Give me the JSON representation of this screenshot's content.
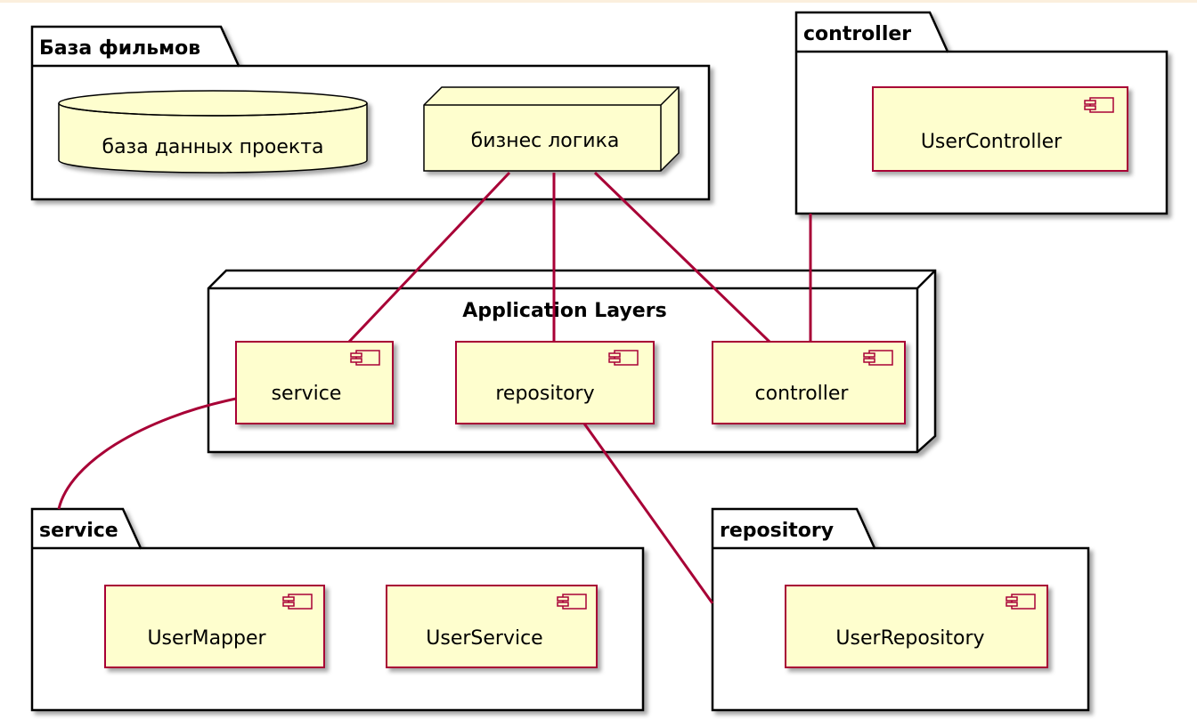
{
  "diagram": {
    "packages": {
      "film_db": "База фильмов",
      "controller": "controller",
      "service": "service",
      "repository": "repository"
    },
    "database_label": "база данных проекта",
    "business_logic_label": "бизнес логика",
    "app_layers": {
      "title": "Application Layers",
      "components": {
        "service": "service",
        "repository": "repository",
        "controller": "controller"
      }
    },
    "components": {
      "user_controller": "UserController",
      "user_mapper": "UserMapper",
      "user_service": "UserService",
      "user_repository": "UserRepository"
    }
  },
  "colors": {
    "element_fill": "#FEFECE",
    "element_border": "#A80036",
    "link": "#A80036",
    "outline": "#000000",
    "top_border": "#FBEFDD"
  }
}
